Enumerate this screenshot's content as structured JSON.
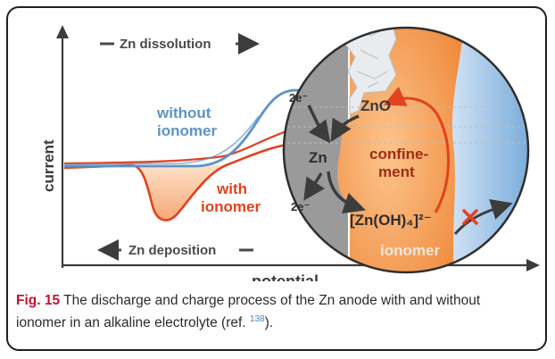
{
  "axes": {
    "ylabel": "current",
    "xlabel": "potential"
  },
  "labels": {
    "zn_dissolution": "Zn dissolution",
    "zn_deposition": "Zn deposition",
    "without_line1": "without",
    "without_line2": "ionomer",
    "with_line1": "with",
    "with_line2": "ionomer"
  },
  "inset": {
    "zno": "ZnO",
    "zn": "Zn",
    "electrons_top": "2e⁻",
    "electrons_bottom": "2e⁻",
    "confinement_line1": "confine-",
    "confinement_line2": "ment",
    "zincate": "[Zn(OH)₄]²⁻",
    "ionomer": "ionomer"
  },
  "caption": {
    "label": "Fig. 15",
    "text": " The discharge and charge process of the Zn anode with and without ionomer in an alkaline electrolyte (ref. ",
    "ref": "138",
    "tail": ")."
  },
  "colors": {
    "without_ionomer": "#5b93c7",
    "with_ionomer": "#e2421e",
    "ionomer_fill": "#f7a25a",
    "electrolyte": "#7fb2e0",
    "zinc": "#9a9a9a",
    "axis": "#3c3c3c",
    "text": "#4a4a4a"
  }
}
